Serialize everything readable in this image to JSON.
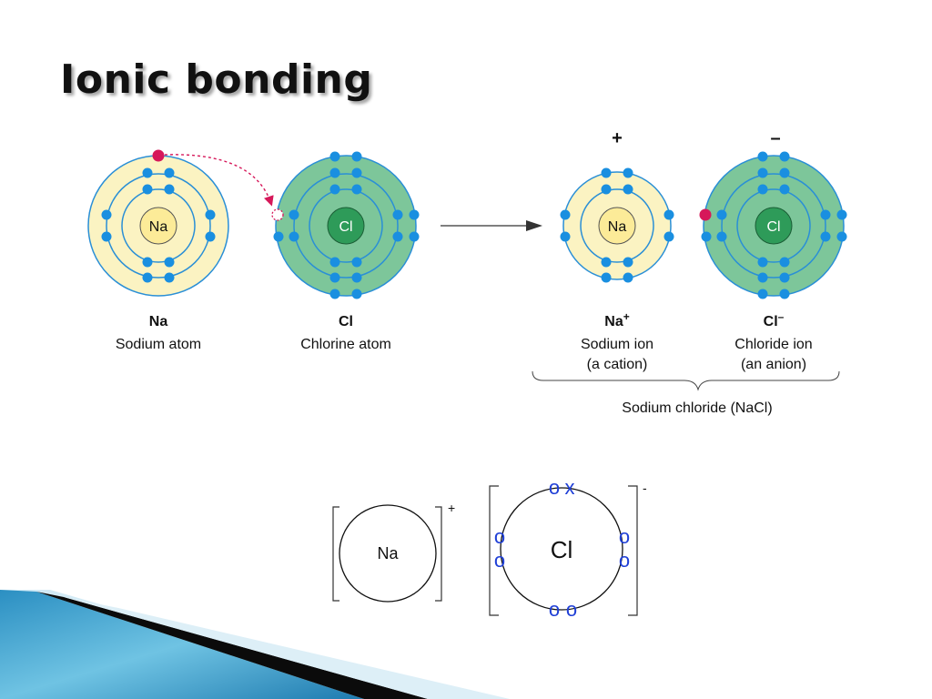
{
  "title": "Ionic bonding",
  "colors": {
    "sodium_fill": "#FBF3C2",
    "sodium_nucleus": "#FCEB98",
    "chlorine_fill": "#7DC69A",
    "chlorine_nucleus": "#2E9B59",
    "electron": "#1A8FE0",
    "transfer_electron": "#D6185A",
    "dot_symbol": "#1F3FD6"
  },
  "atom_diagram": {
    "sodium_atom": {
      "symbol": "Na",
      "formula": "Na",
      "name": "Sodium atom"
    },
    "chlorine_atom": {
      "symbol": "Cl",
      "formula": "Cl",
      "name": "Chlorine atom"
    },
    "sodium_ion": {
      "symbol": "Na",
      "formula": "Na",
      "sup": "+",
      "name": "Sodium ion",
      "kind": "(a cation)",
      "charge": "+"
    },
    "chloride_ion": {
      "symbol": "Cl",
      "formula": "Cl",
      "sup": "–",
      "name": "Chloride ion",
      "kind": "(an anion)",
      "charge": "–"
    },
    "compound": "Sodium chloride (NaCl)"
  },
  "lewis": {
    "sodium": {
      "symbol": "Na",
      "charge": "+"
    },
    "chlorine": {
      "symbol": "Cl",
      "charge": "-",
      "transferred_mark": "x",
      "dot_mark": "o"
    }
  }
}
